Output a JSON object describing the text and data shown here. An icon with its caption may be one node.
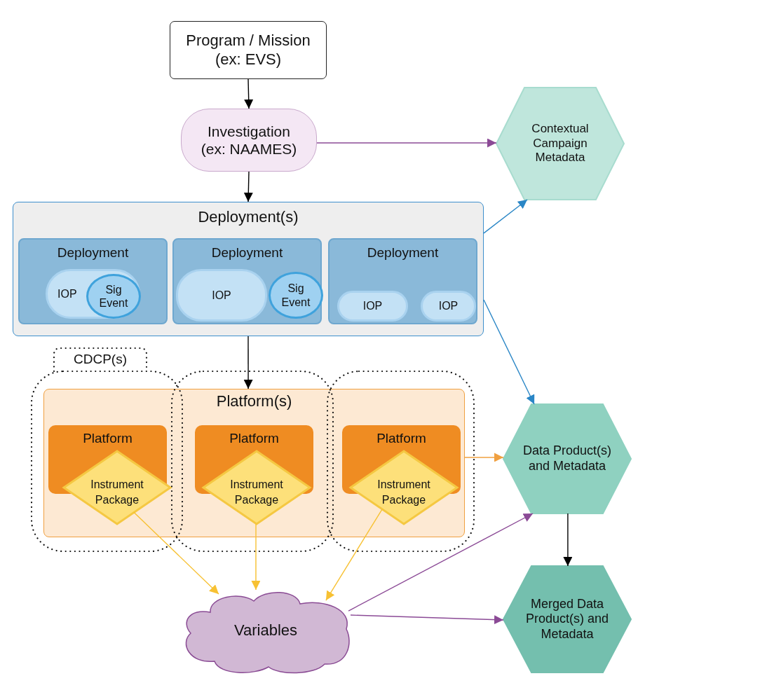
{
  "diagram": {
    "nodes": [
      {
        "text": [
          "Program / Mission (ex: EVS)"
        ]
      },
      {
        "text": [
          "Investigation (ex: NAAMES)"
        ]
      },
      {
        "text": [
          "Contextual Campaign Metadata"
        ]
      },
      {
        "text": [
          "Deployment(s)"
        ]
      },
      {
        "text": [
          "Deployment"
        ],
        "in": 3
      },
      {
        "text": [
          "IOP"
        ],
        "in": 4
      },
      {
        "text": [
          "Sig Event"
        ],
        "in": 5
      },
      {
        "text": [
          "Deployment"
        ],
        "in": 3
      },
      {
        "text": [
          "IOP"
        ],
        "in": 7
      },
      {
        "text": [
          "Sig Event"
        ],
        "in": 7
      },
      {
        "text": [
          "Deployment"
        ],
        "in": 3
      },
      {
        "text": [
          "IOP"
        ],
        "in": 10
      },
      {
        "text": [
          "IOP"
        ],
        "in": 10
      },
      {
        "text": [
          "CDCP(s)"
        ]
      },
      {
        "text": [
          "Platform(s)"
        ]
      },
      {
        "text": [
          "Platform"
        ],
        "in": 14
      },
      {
        "text": [
          "Instrument Package"
        ],
        "in": 14
      },
      {
        "text": [
          "Platform"
        ],
        "in": 14
      },
      {
        "text": [
          "Instrument Package"
        ],
        "in": 14
      },
      {
        "text": [
          "Platform"
        ],
        "in": 14
      },
      {
        "text": [
          "Instrument Package"
        ],
        "in": 14
      },
      {
        "text": [
          "Data Product(s) and Metadata"
        ]
      },
      {
        "text": [
          "Variables"
        ]
      },
      {
        "text": [
          "Merged Data Product(s) and Metadata"
        ]
      }
    ],
    "edges": [
      {
        "from": 0,
        "to": 1,
        "arrow": "to"
      },
      {
        "from": 1,
        "to": 2,
        "arrow": "to",
        "color": "#8b4a96"
      },
      {
        "from": 1,
        "to": 3,
        "arrow": "to"
      },
      {
        "from": 3,
        "to": 2,
        "arrow": "to",
        "color": "#2a86c6"
      },
      {
        "from": 3,
        "to": 21,
        "arrow": "to",
        "color": "#2a86c6"
      },
      {
        "from": 3,
        "to": 14,
        "arrow": "to"
      },
      {
        "from": 14,
        "to": 21,
        "arrow": "to",
        "color": "#f0a040"
      },
      {
        "from": 16,
        "to": 22,
        "arrow": "to",
        "color": "#f7c133"
      },
      {
        "from": 18,
        "to": 22,
        "arrow": "to",
        "color": "#f7c133"
      },
      {
        "from": 20,
        "to": 22,
        "arrow": "to",
        "color": "#f7c133"
      },
      {
        "from": 22,
        "to": 21,
        "arrow": "to",
        "color": "#8b4a96"
      },
      {
        "from": 22,
        "to": 23,
        "arrow": "to",
        "color": "#8b4a96"
      },
      {
        "from": 21,
        "to": 23,
        "arrow": "to"
      }
    ]
  }
}
